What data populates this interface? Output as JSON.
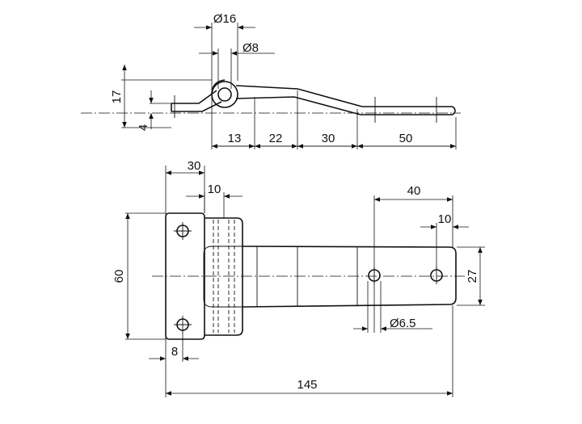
{
  "drawing": {
    "side_view": {
      "eye_diameter": "Ø16",
      "pin_diameter": "Ø8",
      "overall_height": "17",
      "leaf_offset": "4",
      "seg_1": "13",
      "seg_2": "22",
      "seg_3": "30",
      "seg_4": "50"
    },
    "top_view": {
      "plate_width": "30",
      "knuckle_width": "10",
      "plate_height": "60",
      "hole_inset": "8",
      "strap_hole_spacing": "40",
      "strap_end_inset": "10",
      "strap_width": "27",
      "strap_hole_diameter": "Ø6.5",
      "overall_length": "145"
    }
  }
}
